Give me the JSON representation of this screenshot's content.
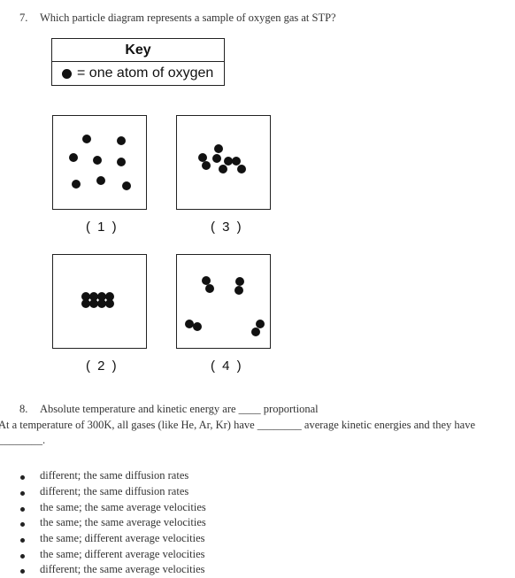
{
  "question7": {
    "number": "7.",
    "text": "Which particle diagram represents a sample of oxygen gas at STP?"
  },
  "key": {
    "title": "Key",
    "legend": "= one atom of oxygen"
  },
  "diagrams": [
    {
      "label": "( 1 )"
    },
    {
      "label": "( 3 )"
    },
    {
      "label": "( 2 )"
    },
    {
      "label": "( 4 )"
    }
  ],
  "question8": {
    "number": "8.",
    "text": "Absolute temperature and kinetic energy are ____ proportional",
    "line2": "At a temperature of 300K, all gases (like He, Ar, Kr) have ________ average kinetic energies and they have",
    "line3": "________."
  },
  "options": [
    "different; the same diffusion rates",
    "different; the same diffusion rates",
    "the same; the same average velocities",
    "the same; the same average velocities",
    "the same; different average velocities",
    "the same; different average velocities",
    "different; the same average velocities"
  ]
}
